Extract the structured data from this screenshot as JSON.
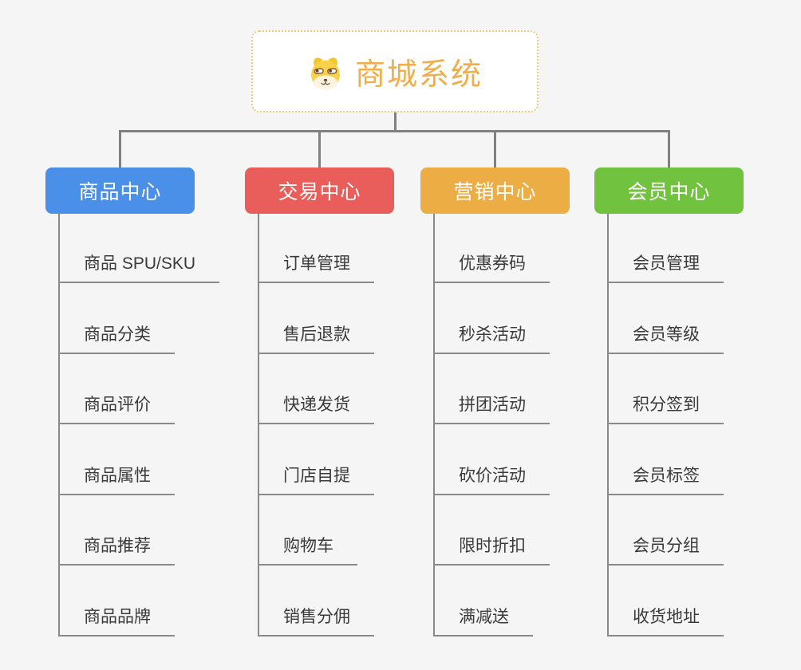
{
  "root": {
    "title": "商城系统",
    "icon": "doge-icon"
  },
  "branches": [
    {
      "id": "product",
      "label": "商品中心",
      "color": "#4A90E8",
      "children": [
        "商品 SPU/SKU",
        "商品分类",
        "商品评价",
        "商品属性",
        "商品推荐",
        "商品品牌"
      ]
    },
    {
      "id": "trade",
      "label": "交易中心",
      "color": "#E95D5B",
      "children": [
        "订单管理",
        "售后退款",
        "快递发货",
        "门店自提",
        "购物车",
        "销售分佣"
      ]
    },
    {
      "id": "marketing",
      "label": "营销中心",
      "color": "#ECAE44",
      "children": [
        "优惠券码",
        "秒杀活动",
        "拼团活动",
        "砍价活动",
        "限时折扣",
        "满减送"
      ]
    },
    {
      "id": "member",
      "label": "会员中心",
      "color": "#71C23E",
      "children": [
        "会员管理",
        "会员等级",
        "积分签到",
        "会员标签",
        "会员分组",
        "收货地址"
      ]
    }
  ],
  "colors": {
    "background": "#F5F5F6",
    "connector": "#808080",
    "leaf_line": "#8A8A8A",
    "root_text": "#F0AD4A",
    "root_border": "#F3C87E",
    "leaf_text": "#3A3A3A"
  }
}
